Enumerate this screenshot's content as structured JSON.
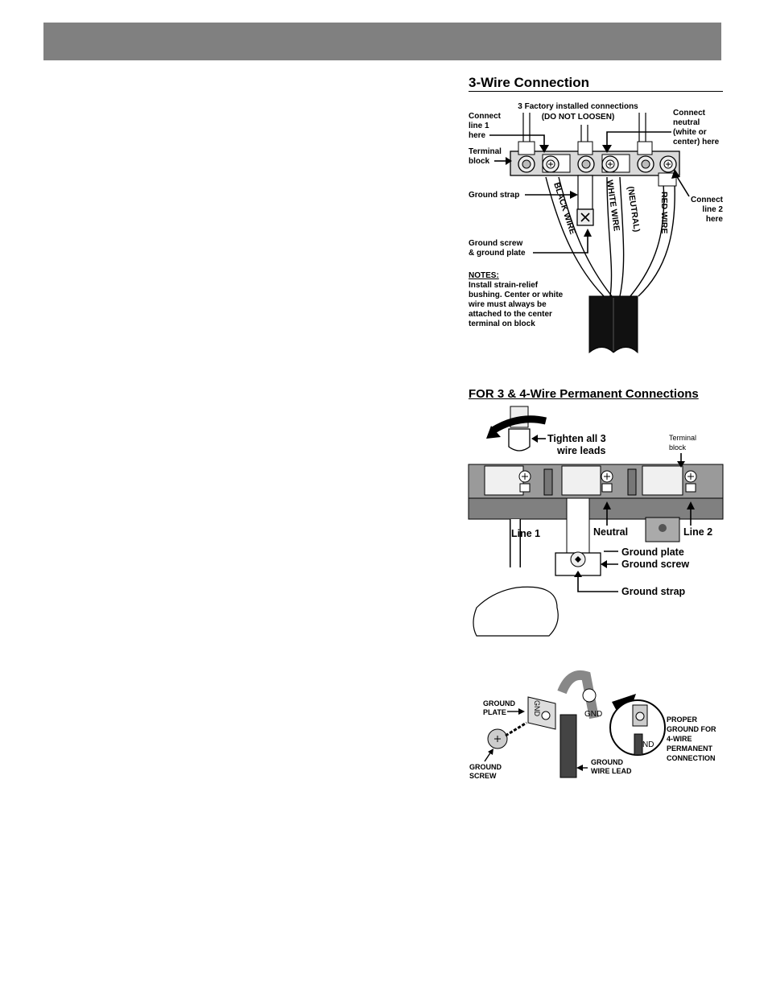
{
  "header": {
    "bar_color": "#808080"
  },
  "three_wire": {
    "title": "3-Wire Connection",
    "factory_line1": "3 Factory installed connections",
    "factory_line2": "(DO NOT LOOSEN)",
    "connect_line1": [
      "Connect",
      "line 1",
      "here"
    ],
    "connect_neutral": [
      "Connect",
      "neutral",
      "(white or",
      "center) here"
    ],
    "terminal_block": [
      "Terminal",
      "block"
    ],
    "ground_strap": "Ground strap",
    "connect_line2": [
      "Connect",
      "line 2",
      "here"
    ],
    "ground_screw_plate": [
      "Ground screw",
      "& ground plate"
    ],
    "wire_black": "BLACK WIRE",
    "wire_white": "WHITE WIRE",
    "wire_neutral": "(NEUTRAL)",
    "wire_red": "RED WIRE",
    "notes_title": "NOTES:",
    "notes_lines": [
      "Install strain-relief",
      "bushing. Center or white",
      "wire must always be",
      "attached to the center",
      "terminal on block"
    ]
  },
  "permanent": {
    "title": "FOR 3 & 4-Wire Permanent Connections",
    "tighten": [
      "Tighten all 3",
      "wire leads"
    ],
    "terminal_block": [
      "Terminal",
      "block"
    ],
    "line1": "Line 1",
    "neutral": "Neutral",
    "line2": "Line 2",
    "ground_plate": "Ground plate",
    "ground_screw": "Ground screw",
    "ground_strap": "Ground strap"
  },
  "ground_detail": {
    "ground_plate": [
      "GROUND",
      "PLATE"
    ],
    "ground_screw": [
      "GROUND",
      "SCREW"
    ],
    "ground_wire_lead": [
      "GROUND",
      "WIRE LEAD"
    ],
    "gnd": "GND",
    "nd": "ND",
    "proper_ground": [
      "PROPER",
      "GROUND FOR",
      "4-WIRE",
      "PERMANENT",
      "CONNECTION"
    ]
  }
}
